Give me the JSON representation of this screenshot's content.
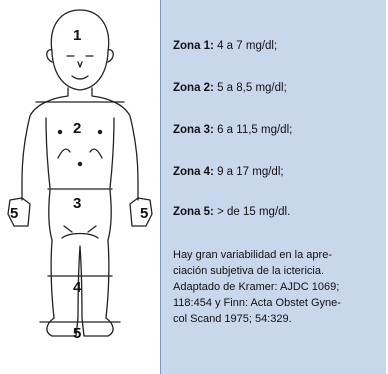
{
  "figure": {
    "zone_labels": [
      "1",
      "2",
      "3",
      "4",
      "5",
      "5",
      "5"
    ]
  },
  "zones": [
    {
      "name": "Zona 1:",
      "value": "4 a 7 mg/dl;"
    },
    {
      "name": "Zona 2:",
      "value": "5 a 8,5 mg/dl;"
    },
    {
      "name": "Zona 3:",
      "value": "6 a 11,5 mg/dl;"
    },
    {
      "name": "Zona 4:",
      "value": "9 a 17 mg/dl;"
    },
    {
      "name": "Zona 5:",
      "value": "> de 15 mg/dl."
    }
  ],
  "note_lines": [
    "Hay gran variabilidad en la apre-",
    "ciación subjetiva de la ictericia.",
    "Adaptado de Kramer: AJDC 1069;",
    "118:454 y Finn: Acta Obstet Gyne-",
    "col Scand 1975; 54:329."
  ]
}
